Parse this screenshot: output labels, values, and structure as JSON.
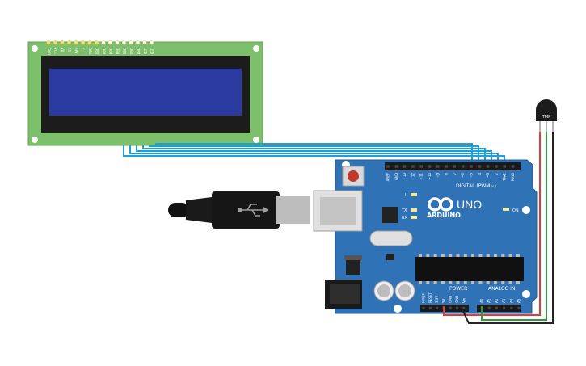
{
  "lcd": {
    "pin_labels": [
      "GND",
      "VCC",
      "V0",
      "RS",
      "RW",
      "E",
      "DB0",
      "DB1",
      "DB2",
      "DB3",
      "DB4",
      "DB5",
      "DB6",
      "DB7",
      "LED",
      "LED"
    ]
  },
  "arduino": {
    "brand": "ARDUINO",
    "model": "UNO",
    "digital_header_label": "DIGITAL (PWM~)",
    "digital_pin_labels": [
      "AREF",
      "GND",
      "13",
      "12",
      "~11",
      "~10",
      "~9",
      "8",
      "7",
      "~6",
      "~5",
      "4",
      "~3",
      "2",
      "TX▸1",
      "RX◂0"
    ],
    "led_labels": {
      "l": "L",
      "tx": "TX",
      "rx": "RX",
      "on": "ON"
    },
    "power_header_label": "POWER",
    "power_pin_labels": [
      "IOREF",
      "RESET",
      "3.3V",
      "5V",
      "GND",
      "GND",
      "Vin"
    ],
    "analog_header_label": "ANALOG IN",
    "analog_pin_labels": [
      "A0",
      "A1",
      "A2",
      "A3",
      "A4",
      "A5"
    ]
  },
  "sensor": {
    "label": "TMP"
  },
  "colors": {
    "board": "#2f72b5",
    "lcd_pcb": "#7dc06b",
    "lcd_screen": "#2b3aa0",
    "wire_signal": "#1e9fd8",
    "wire_power": "#e53935",
    "wire_ground": "#222222",
    "wire_analog": "#2e9d3a"
  }
}
